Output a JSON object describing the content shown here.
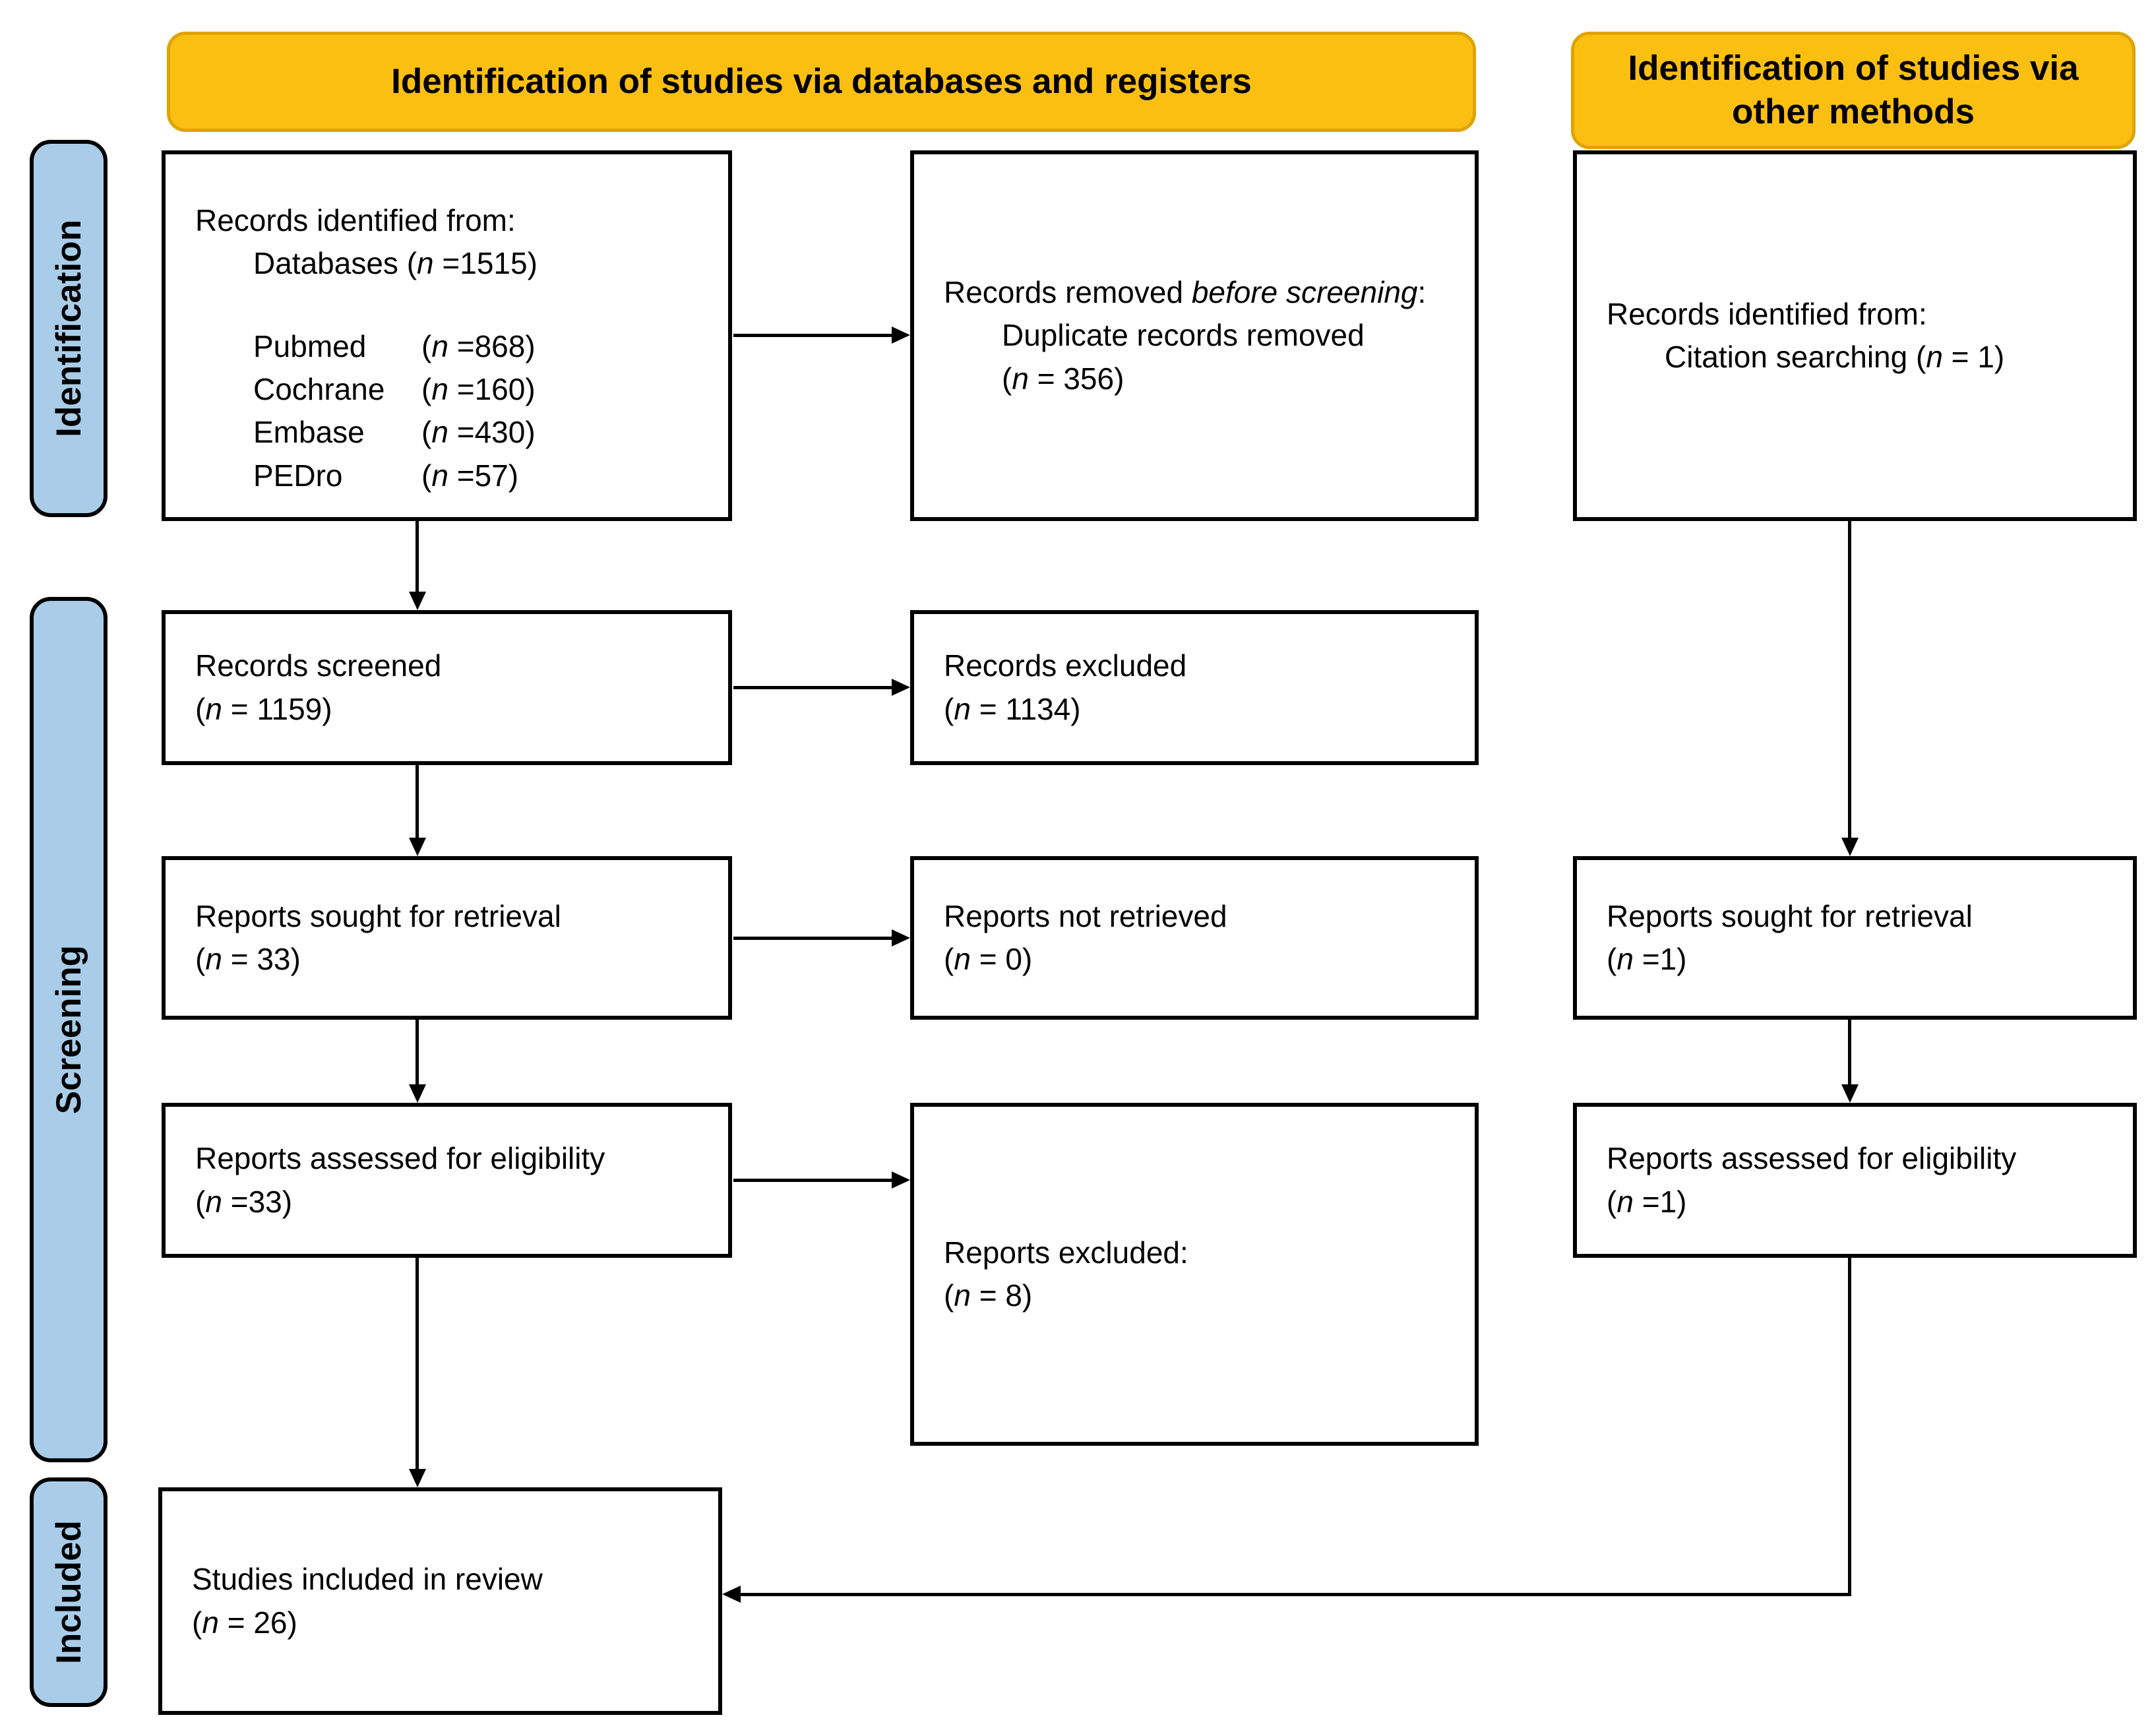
{
  "headers": {
    "databases": "Identification of studies via databases and registers",
    "other": "Identification of studies via other methods"
  },
  "sidebar": {
    "identification": "Identification",
    "screening": "Screening",
    "included": "Included"
  },
  "boxes": {
    "records_identified": {
      "line1": "Records identified from:",
      "line2": "Databases (*n* =1515)",
      "sources": [
        {
          "name": "Pubmed",
          "count": "(*n* =868)"
        },
        {
          "name": "Cochrane",
          "count": "(*n* =160)"
        },
        {
          "name": "Embase",
          "count": "(*n* =430)"
        },
        {
          "name": "PEDro",
          "count": "(*n* =57)"
        }
      ]
    },
    "records_removed": {
      "line1": "Records removed *before screening*:",
      "line2": "Duplicate records removed",
      "line3": "(*n* = 356)"
    },
    "citation_identified": {
      "line1": "Records identified from:",
      "line2": "Citation searching (*n* = 1)"
    },
    "records_screened": {
      "line1": "Records screened",
      "line2": "(*n* = 1159)"
    },
    "records_excluded": {
      "line1": "Records excluded",
      "line2": "(*n* = 1134)"
    },
    "reports_sought_db": {
      "line1": "Reports sought for retrieval",
      "line2": "(*n* = 33)"
    },
    "reports_not_retrieved": {
      "line1": "Reports not retrieved",
      "line2": "(*n* = 0)"
    },
    "reports_sought_other": {
      "line1": "Reports sought for retrieval",
      "line2": "(*n* =1)"
    },
    "reports_assessed_db": {
      "line1": "Reports assessed for eligibility",
      "line2": "(*n* =33)"
    },
    "reports_excluded": {
      "line1": "Reports excluded:",
      "line2": "(*n* = 8)"
    },
    "reports_assessed_other": {
      "line1": "Reports assessed for eligibility",
      "line2": "(*n* =1)"
    },
    "studies_included": {
      "line1": "Studies included in review",
      "line2": "(*n* = 26)"
    }
  },
  "colors": {
    "banner_fill": "#FBBF12",
    "banner_border": "#DFA404",
    "sidebar_fill": "#A9CDE9",
    "box_border": "#000000",
    "arrow": "#000000",
    "background": "#FFFFFF"
  }
}
